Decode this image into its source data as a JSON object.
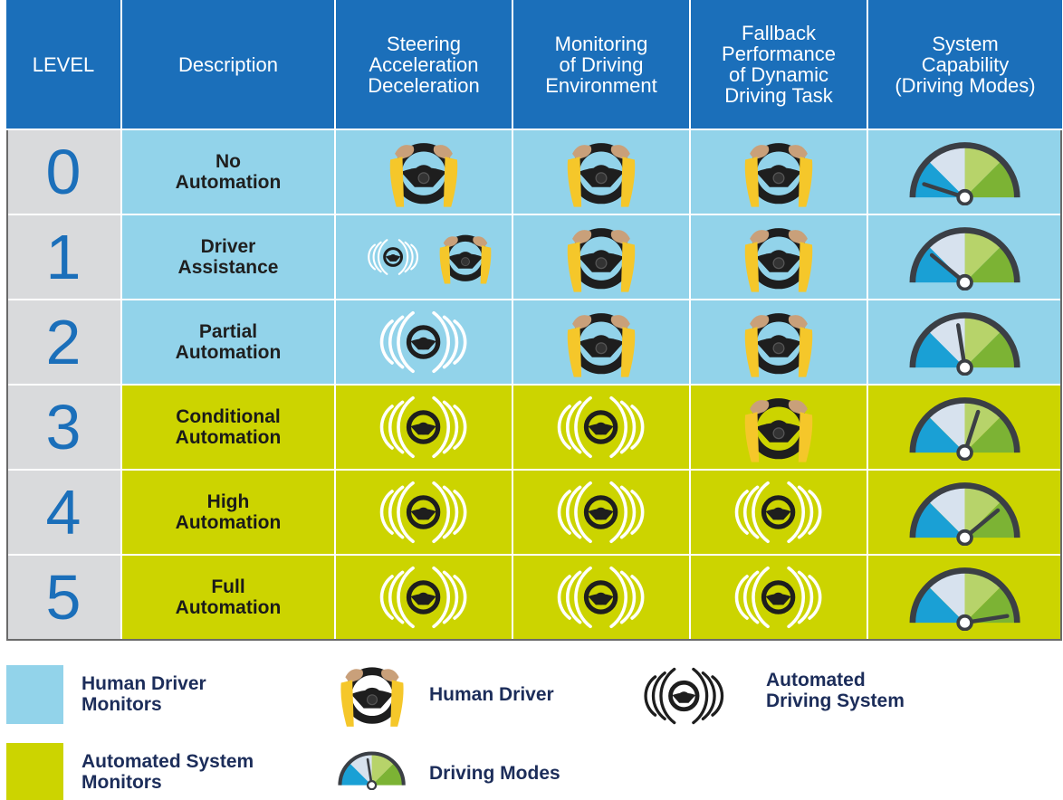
{
  "colors": {
    "header_bg": "#1b6fba",
    "level_bg": "#d9dadc",
    "human_monitors": "#92d3ea",
    "system_monitors": "#ccd400",
    "wheel": "#1e1e1e",
    "sleeve": "#f5c72a",
    "hand": "#c9a07a",
    "gauge_blue": "#1aa0d5",
    "gauge_light": "#d7e2ee",
    "gauge_lightgreen": "#b7d36a",
    "gauge_green": "#7cb334",
    "gauge_rim": "#3b3f45"
  },
  "header": {
    "level": "LEVEL",
    "description": "Description",
    "steering": "Steering\nAcceleration\nDeceleration",
    "monitoring": "Monitoring\nof Driving\nEnvironment",
    "fallback": "Fallback\nPerformance\nof Dynamic\nDriving Task",
    "capability": "System\nCapability\n(Driving Modes)"
  },
  "levels": [
    {
      "number": "0",
      "description": "No\nAutomation",
      "monitor": "human",
      "steering": "human",
      "monitoring": "human",
      "fallback": "human",
      "capability": 0.1
    },
    {
      "number": "1",
      "description": "Driver\nAssistance",
      "monitor": "human",
      "steering": "both",
      "monitoring": "human",
      "fallback": "human",
      "capability": 0.22
    },
    {
      "number": "2",
      "description": "Partial\nAutomation",
      "monitor": "human",
      "steering": "system",
      "monitoring": "human",
      "fallback": "human",
      "capability": 0.45
    },
    {
      "number": "3",
      "description": "Conditional\nAutomation",
      "monitor": "system",
      "steering": "system",
      "monitoring": "system",
      "fallback": "human",
      "capability": 0.6
    },
    {
      "number": "4",
      "description": "High\nAutomation",
      "monitor": "system",
      "steering": "system",
      "monitoring": "system",
      "fallback": "system",
      "capability": 0.78
    },
    {
      "number": "5",
      "description": "Full\nAutomation",
      "monitor": "system",
      "steering": "system",
      "monitoring": "system",
      "fallback": "system",
      "capability": 0.95
    }
  ],
  "legend": {
    "human_monitors": "Human Driver\nMonitors",
    "system_monitors": "Automated System\nMonitors",
    "human_driver": "Human Driver",
    "automated_system": "Automated\nDriving System",
    "driving_modes": "Driving Modes"
  }
}
